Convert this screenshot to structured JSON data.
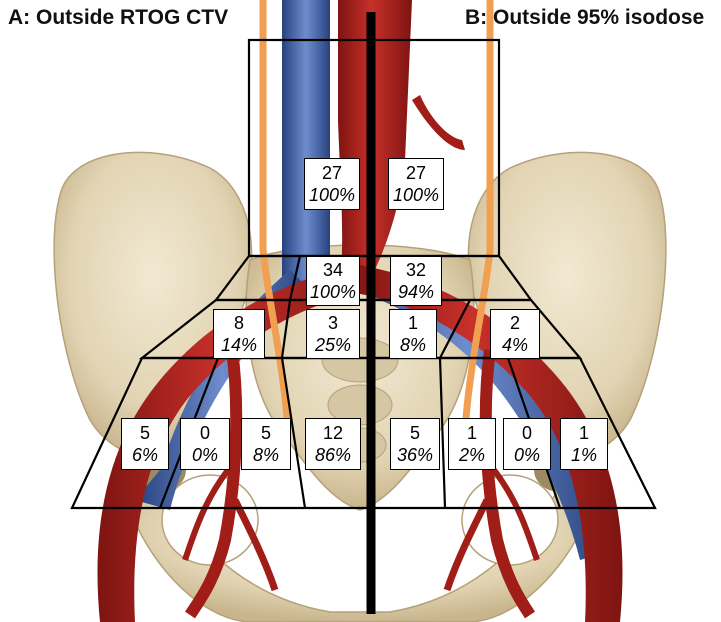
{
  "panel_a": {
    "title": "A: Outside RTOG CTV",
    "regions": [
      {
        "count": "27",
        "percent": "100%"
      },
      {
        "count": "34",
        "percent": "100%"
      },
      {
        "count": "8",
        "percent": "14%"
      },
      {
        "count": "3",
        "percent": "25%"
      },
      {
        "count": "5",
        "percent": "6%"
      },
      {
        "count": "0",
        "percent": "0%"
      },
      {
        "count": "5",
        "percent": "8%"
      },
      {
        "count": "12",
        "percent": "86%"
      }
    ]
  },
  "panel_b": {
    "title": "B: Outside 95% isodose",
    "regions": [
      {
        "count": "27",
        "percent": "100%"
      },
      {
        "count": "32",
        "percent": "94%"
      },
      {
        "count": "1",
        "percent": "8%"
      },
      {
        "count": "2",
        "percent": "4%"
      },
      {
        "count": "5",
        "percent": "36%"
      },
      {
        "count": "1",
        "percent": "2%"
      },
      {
        "count": "0",
        "percent": "0%"
      },
      {
        "count": "1",
        "percent": "1%"
      }
    ]
  },
  "colors": {
    "bone": "#e7dcc0",
    "bone_shadow": "#bfae88",
    "artery": "#b3211c",
    "vein": "#3f5fa3",
    "ureter": "#f0a050",
    "divider": "#000000"
  }
}
